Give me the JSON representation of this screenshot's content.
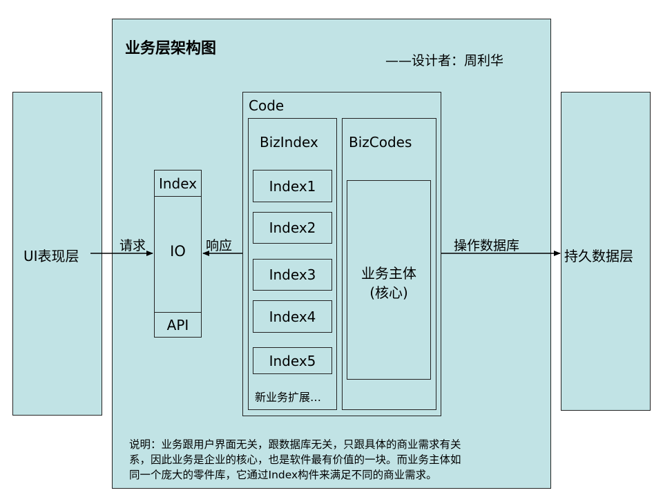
{
  "layers": {
    "ui": "UI表现层",
    "persistence": "持久数据层"
  },
  "main": {
    "title": "业务层架构图",
    "designer": "——设计者：周利华"
  },
  "io_box": {
    "index": "Index",
    "io": "IO",
    "api": "API"
  },
  "arrows": {
    "request": "请求",
    "response": "响应",
    "db_op": "操作数据库"
  },
  "code": {
    "label": "Code",
    "biz_index": "BizIndex",
    "biz_codes": "BizCodes",
    "indexes": [
      "Index1",
      "Index2",
      "Index3",
      "Index4",
      "Index5"
    ],
    "extension": "新业务扩展…",
    "core_line1": "业务主体",
    "core_line2": "(核心)"
  },
  "note": {
    "line1": "说明：业务跟用户界面无关，跟数据库无关，只跟具体的商业需求有关",
    "line2": "系，因此业务是企业的核心，也是软件最有价值的一块。而业务主体如",
    "line3": "同一个庞大的零件库，它通过Index构件来满足不同的商业需求。"
  }
}
